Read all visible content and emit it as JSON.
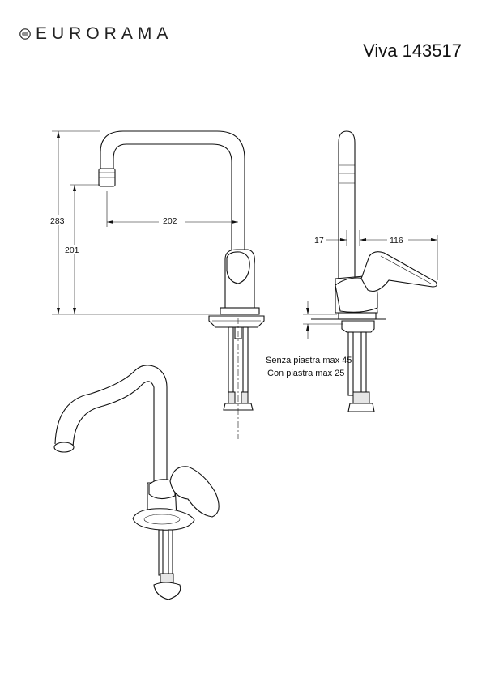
{
  "brand": {
    "name": "EURORAMA",
    "logo_icon": "eurorama-logo-icon"
  },
  "model": "Viva 143517",
  "dimensions": {
    "total_height": "283",
    "spout_height": "201",
    "spout_reach": "202",
    "side_offset": "17",
    "handle_reach": "116"
  },
  "notes": {
    "without_plate": "Senza piastra max 45",
    "with_plate": "Con piastra max 25"
  }
}
